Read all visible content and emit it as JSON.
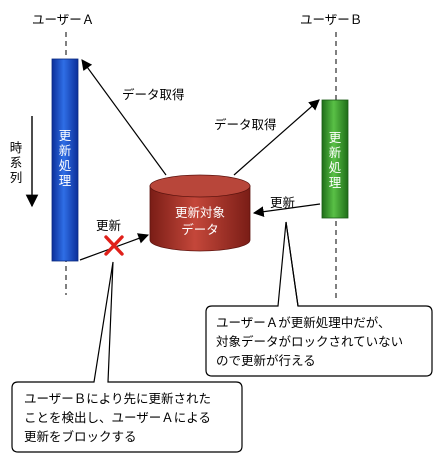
{
  "users": {
    "a": {
      "label": "ユーザーＡ",
      "box_label_line1": "更",
      "box_label_line2": "新",
      "box_label_line3": "処",
      "box_label_line4": "理"
    },
    "b": {
      "label": "ユーザーＢ",
      "box_label_line1": "更",
      "box_label_line2": "新",
      "box_label_line3": "処",
      "box_label_line4": "理"
    }
  },
  "time_axis": {
    "char1": "時",
    "char2": "系",
    "char3": "列"
  },
  "database": {
    "line1": "更新対象",
    "line2": "データ"
  },
  "arrows": {
    "a_fetch": "データ取得",
    "b_fetch": "データ取得",
    "b_update": "更新",
    "a_update": "更新"
  },
  "callouts": {
    "b_note": {
      "line1": "ユーザーＡが更新処理中だが、",
      "line2": "対象データがロックされていない",
      "line3": "ので更新が行える"
    },
    "a_note": {
      "line1": "ユーザーＢにより先に更新された",
      "line2": "ことを検出し、ユーザーＡによる",
      "line3": "更新をブロックする"
    }
  },
  "colors": {
    "user_a_box": "#1a4fc8",
    "user_b_box": "#3a9a2a",
    "database": "#a83228",
    "block_mark": "#e0201a"
  }
}
